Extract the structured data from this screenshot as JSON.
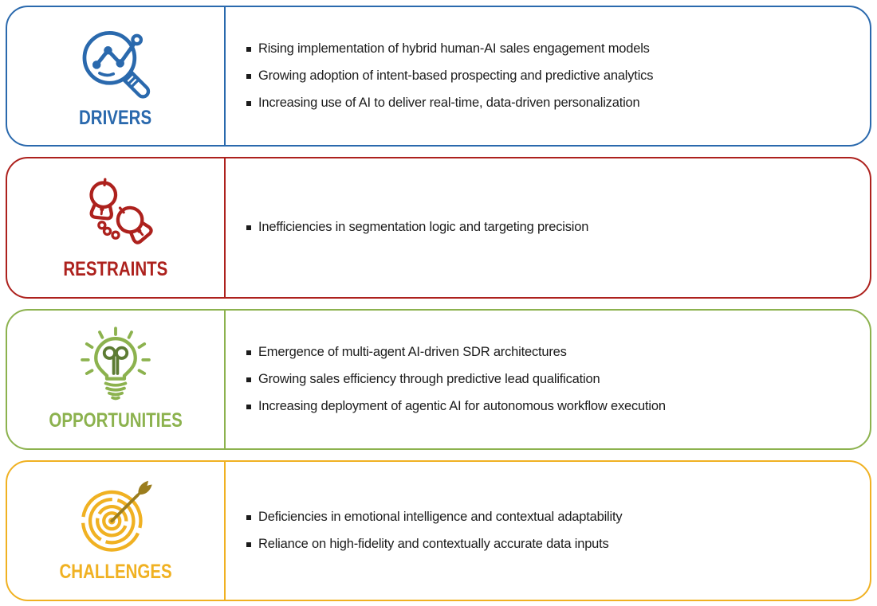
{
  "figure": {
    "background": "#ffffff",
    "text_color": "#1c1c1c",
    "bullet_marker": "square"
  },
  "sections": [
    {
      "label": "DRIVERS",
      "color": "#2a69ad",
      "icon": "magnifier-chart-icon",
      "icon_accent": "#2a69ad",
      "bullets": [
        "Rising implementation of hybrid human-AI sales engagement models",
        "Growing adoption of intent-based prospecting and predictive analytics",
        "Increasing use of AI to deliver real-time, data-driven personalization"
      ]
    },
    {
      "label": "RESTRAINTS",
      "color": "#ad211d",
      "icon": "handcuffs-icon",
      "icon_accent": "#ad211d",
      "bullets": [
        "Inefficiencies in segmentation logic and targeting precision"
      ]
    },
    {
      "label": "OPPORTUNITIES",
      "color": "#8cb24e",
      "icon": "lightbulb-icon",
      "icon_accent": "#5d7c33",
      "bullets": [
        "Emergence of multi-agent AI-driven SDR architectures",
        "Growing sales efficiency through predictive lead qualification",
        "Increasing deployment of agentic AI for autonomous workflow execution"
      ]
    },
    {
      "label": "CHALLENGES",
      "color": "#f0b122",
      "icon": "target-arrow-icon",
      "icon_accent": "#9b7d1e",
      "bullets": [
        "Deficiencies in emotional intelligence and contextual adaptability",
        "Reliance on high-fidelity and contextually accurate data inputs"
      ]
    }
  ]
}
